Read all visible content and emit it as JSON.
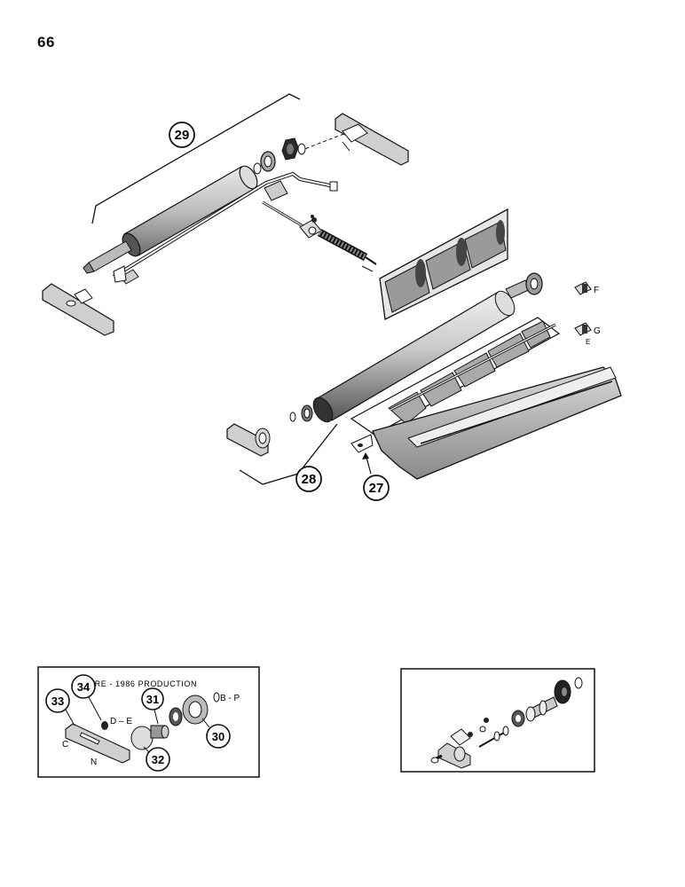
{
  "page_number": "66",
  "callouts": {
    "c29": "29",
    "c28": "28",
    "c27": "27",
    "c33": "33",
    "c34": "34",
    "c31": "31",
    "c30": "30",
    "c32": "32"
  },
  "letters": {
    "F": "F",
    "G": "G",
    "E": "E",
    "D_E": "D – E",
    "C": "C",
    "N": "N",
    "B_P": "B - P"
  },
  "inset_left": {
    "caption": "PRE - 1986 PRODUCTION"
  }
}
